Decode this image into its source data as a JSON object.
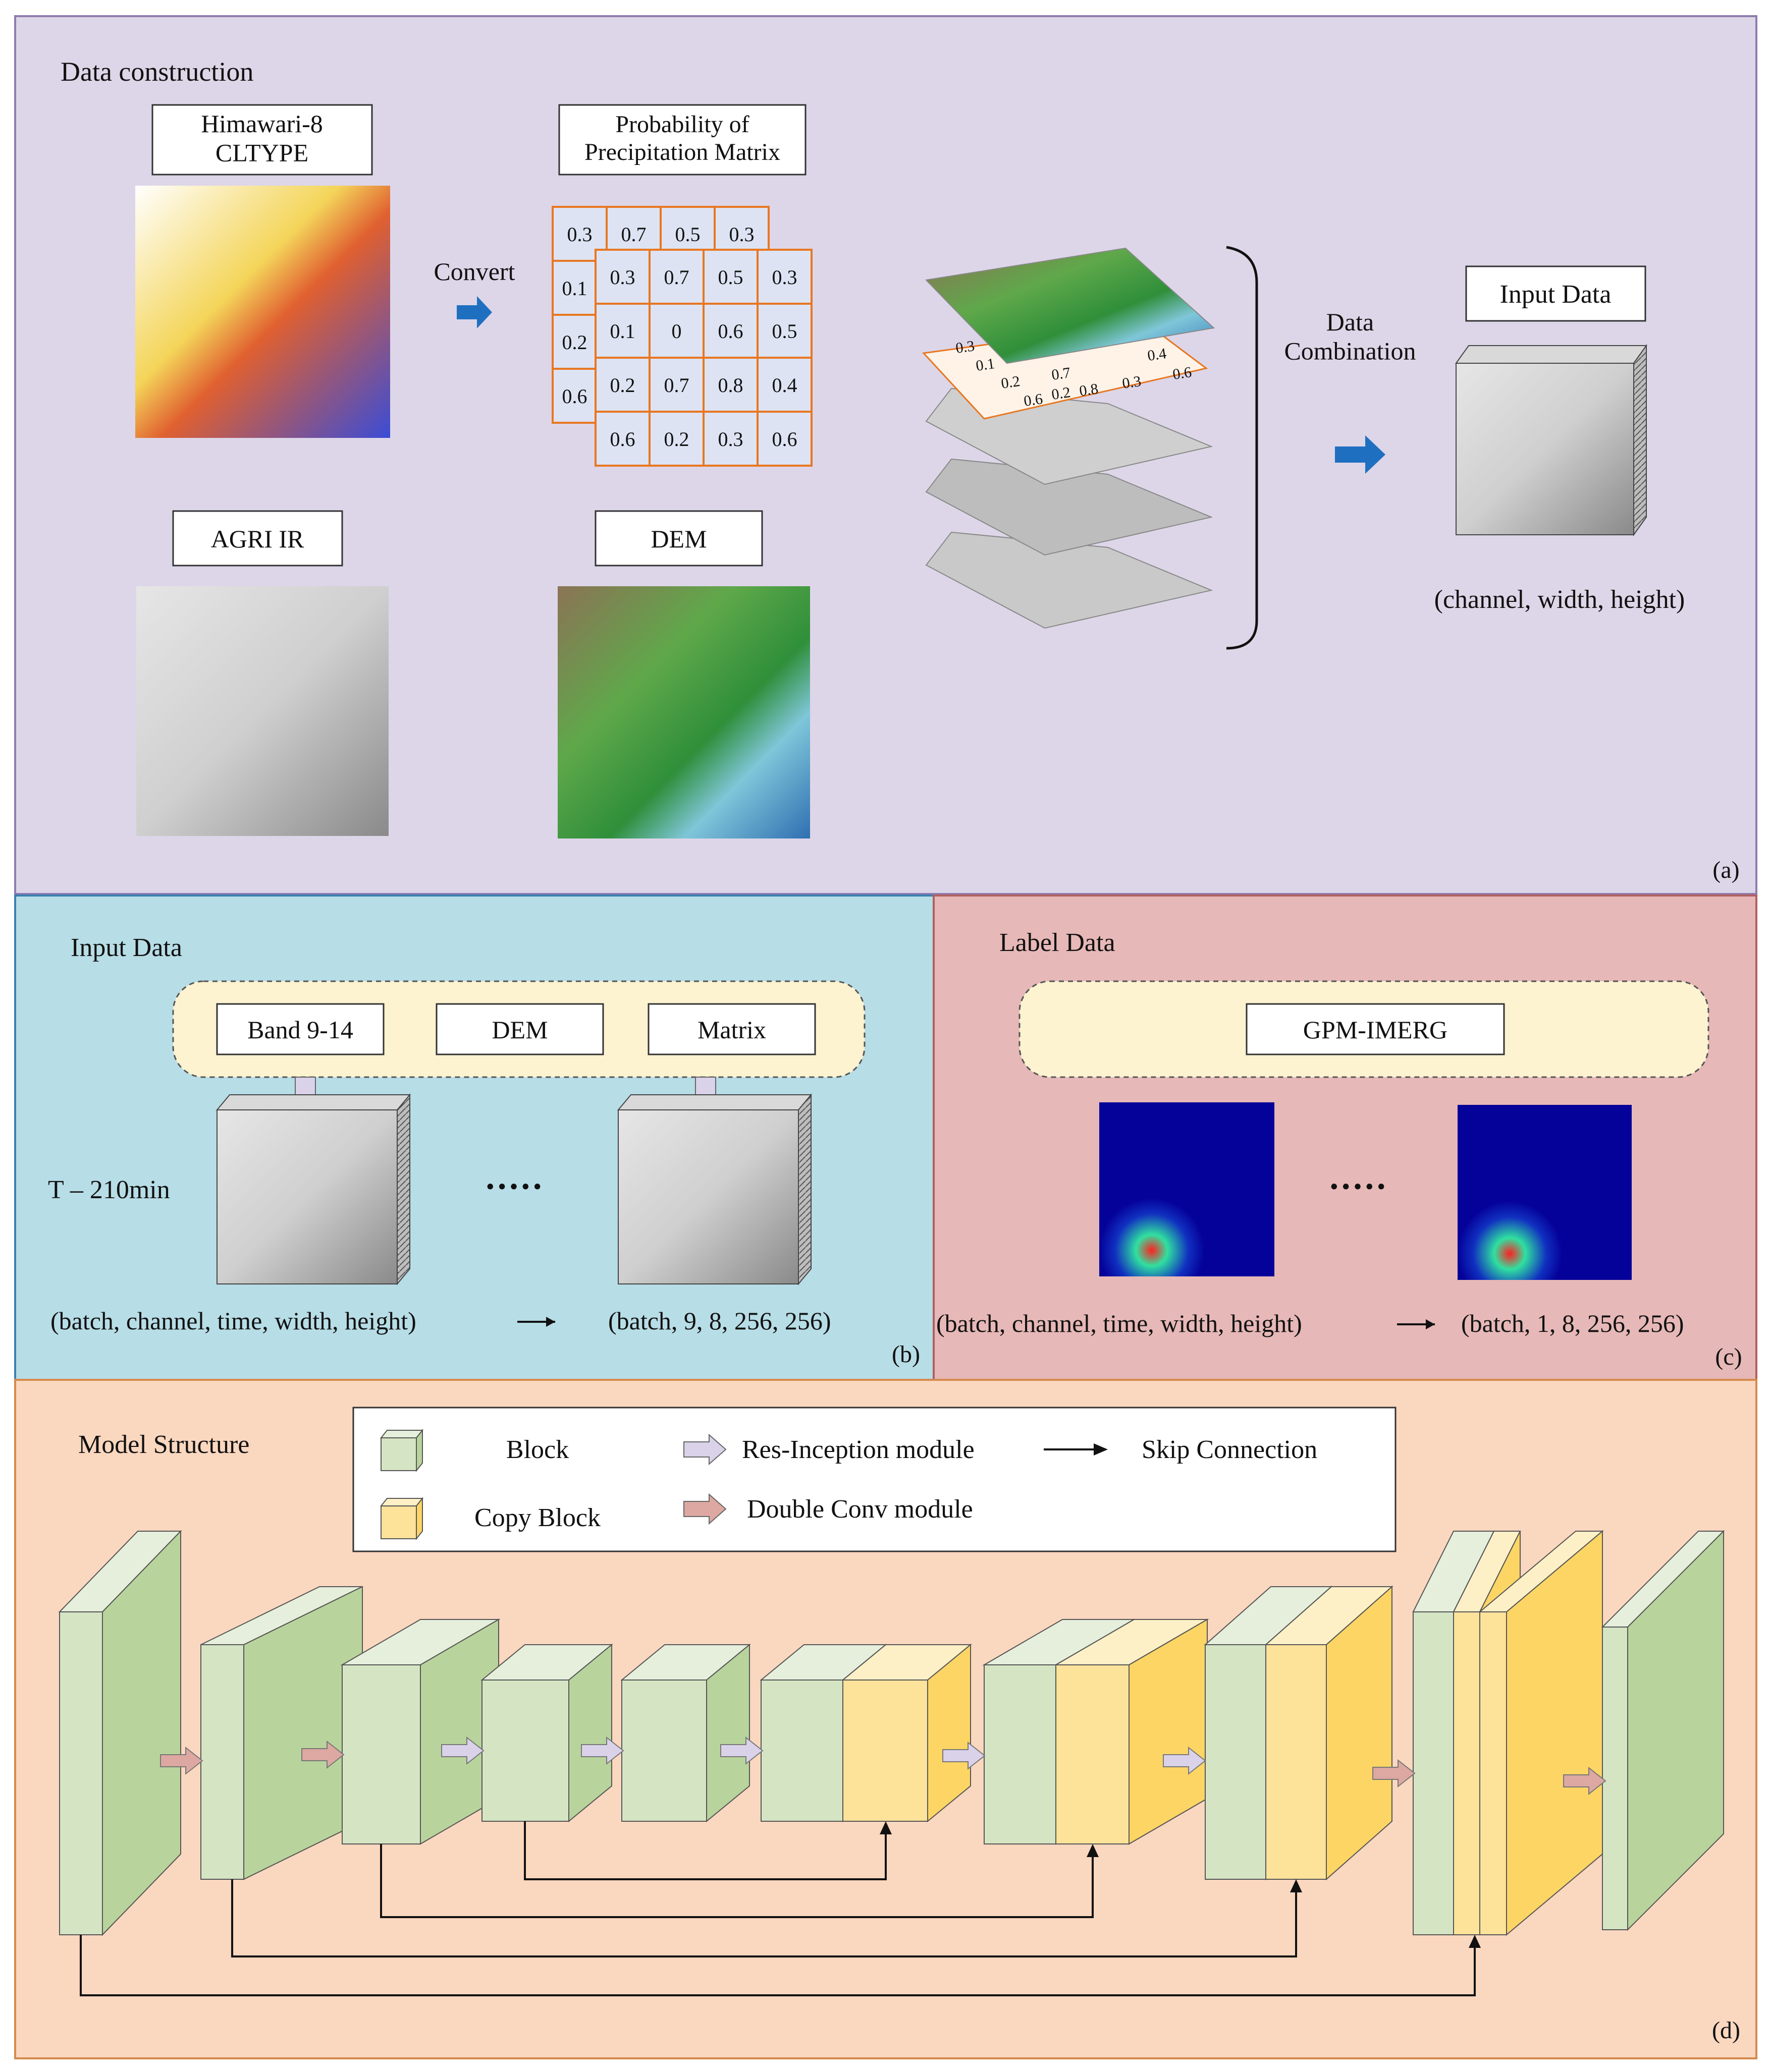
{
  "panel_a": {
    "title": "Data construction",
    "himawari_label": "Himawari-8\nCLTYPE",
    "prob_label": "Probability of\nPrecipitation Matrix",
    "convert": "Convert",
    "agri_label": "AGRI IR",
    "dem_label": "DEM",
    "data_combination": "Data\nCombination",
    "input_data": "Input Data",
    "shape": "(channel, width, height)",
    "tag": "(a)",
    "matrix_back": [
      [
        "0.3",
        "0.7",
        "0.5",
        "0.3"
      ],
      [
        "0.1"
      ],
      [
        "0.2"
      ],
      [
        "0.6"
      ]
    ],
    "matrix_front": [
      [
        "0.3",
        "0.7",
        "0.5",
        "0.3"
      ],
      [
        "0.1",
        "0",
        "0.6",
        "0.5"
      ],
      [
        "0.2",
        "0.7",
        "0.8",
        "0.4"
      ],
      [
        "0.6",
        "0.2",
        "0.3",
        "0.6"
      ]
    ],
    "small_matrix_cells": [
      "0.3",
      "0.1",
      "0.2",
      "0.6",
      "0.7",
      "0.2",
      "0.8",
      "0.3",
      "0.4",
      "0.6"
    ]
  },
  "panel_b": {
    "title": "Input Data",
    "bands": [
      "Band 9-14",
      "DEM",
      "Matrix"
    ],
    "time_label": "T  –  210min",
    "dots": "·····",
    "shape_from": "(batch, channel, time, width, height)",
    "shape_to": "(batch, 9, 8, 256, 256)",
    "tag": "(b)"
  },
  "panel_c": {
    "title": "Label Data",
    "source": "GPM-IMERG",
    "dots": "·····",
    "shape_from": "(batch, channel, time, width, height)",
    "shape_to": "(batch, 1, 8, 256, 256)",
    "tag": "(c)"
  },
  "panel_d": {
    "title": "Model Structure",
    "legend": {
      "block": "Block",
      "copy_block": "Copy Block",
      "res_inception": "Res-Inception module",
      "double_conv": "Double Conv module",
      "skip": "Skip Connection"
    },
    "tag": "(d)"
  },
  "colors": {
    "panel_a_bg": "#ddd6e8",
    "panel_b_bg": "#b7dde6",
    "panel_c_bg": "#e6b8b7",
    "panel_d_bg": "#fad7bf",
    "block_front": "#d5e5c4",
    "block_side": "#b8d49c",
    "copy_front": "#fde29a",
    "copy_side": "#fcd565",
    "res_arrow": "#d9d2e9",
    "conv_arrow": "#dca8a1",
    "matrix_border": "#e87722",
    "matrix_fill": "#dde3f3"
  }
}
